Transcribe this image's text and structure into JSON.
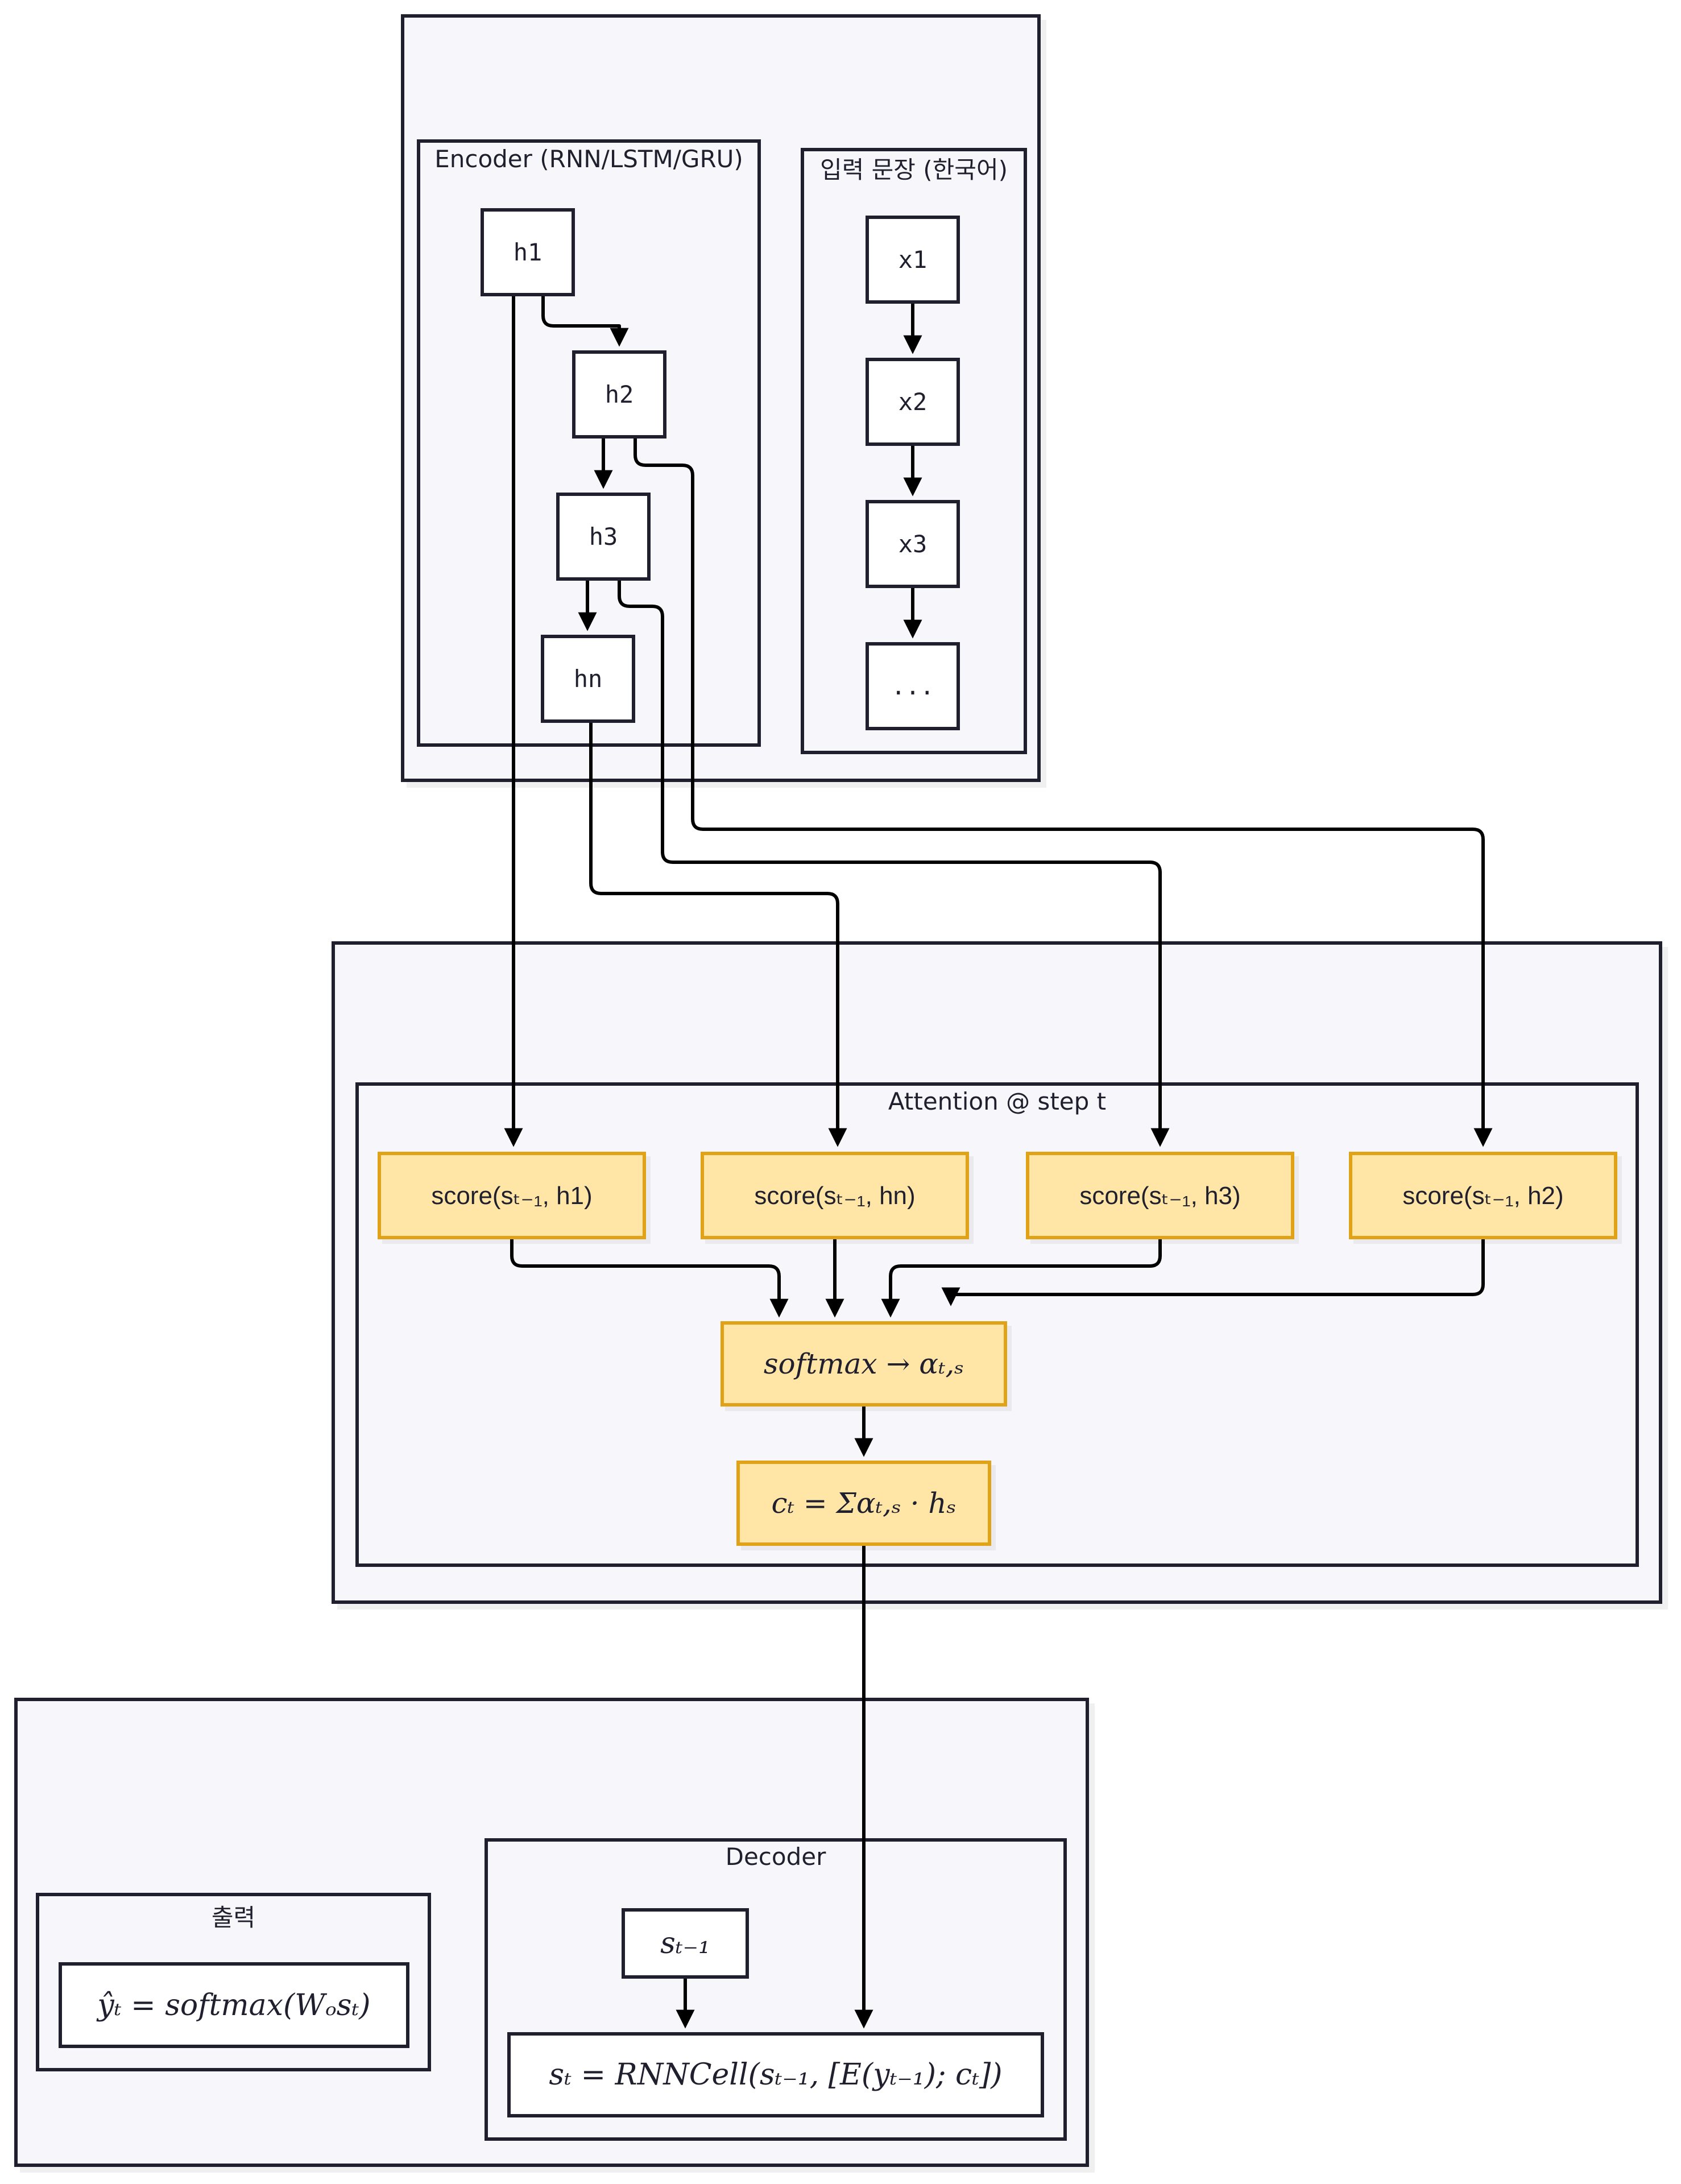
{
  "encoder_group": {
    "encoder": {
      "title": "Encoder (RNN/LSTM/GRU)",
      "nodes": [
        "h1",
        "h2",
        "h3",
        "hn"
      ]
    },
    "input": {
      "title": "입력 문장 (한국어)",
      "nodes": [
        "x1",
        "x2",
        "x3",
        "..."
      ]
    }
  },
  "attention_group": {
    "title": "Attention @ step t",
    "scores": [
      "score(sₜ₋₁, h1)",
      "score(sₜ₋₁, hn)",
      "score(sₜ₋₁, h3)",
      "score(sₜ₋₁, h2)"
    ],
    "softmax": "softmax → αₜ,ₛ",
    "context": "cₜ = Σαₜ,ₛ · hₛ"
  },
  "decoder_group": {
    "output": {
      "title": "출력",
      "formula": "ŷₜ = softmax(Wₒsₜ)"
    },
    "decoder": {
      "title": "Decoder",
      "prev_state": "sₜ₋₁",
      "cell": "sₜ = RNNCell(sₜ₋₁, [E(yₜ₋₁); cₜ])"
    }
  },
  "colors": {
    "border": "#1f1f2e",
    "group_fill": "#f7f7fb",
    "highlight_fill": "#ffe5a6",
    "highlight_border": "#e0a318"
  }
}
